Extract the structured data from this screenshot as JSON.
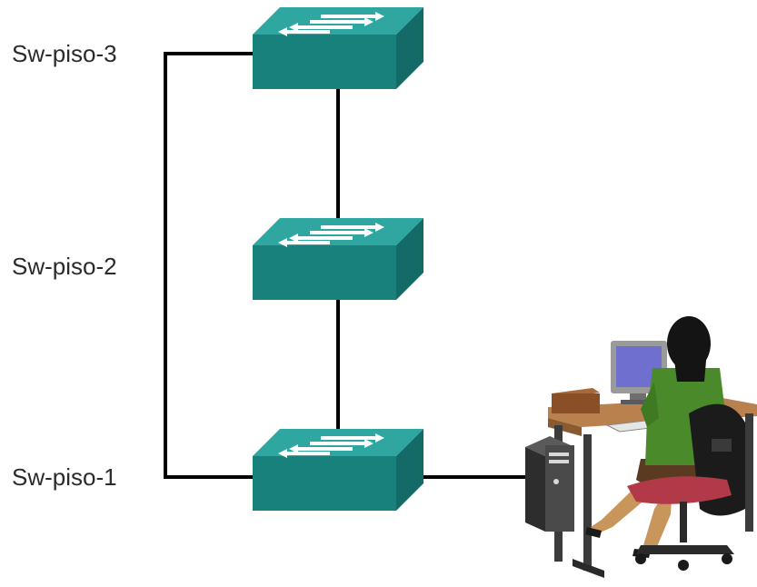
{
  "switches": [
    {
      "id": "sw3",
      "label": "Sw-piso-3",
      "icon": "switch-icon"
    },
    {
      "id": "sw2",
      "label": "Sw-piso-2",
      "icon": "switch-icon"
    },
    {
      "id": "sw1",
      "label": "Sw-piso-1",
      "icon": "switch-icon"
    }
  ],
  "links": [
    {
      "from": "sw3",
      "to": "sw2",
      "kind": "cable"
    },
    {
      "from": "sw2",
      "to": "sw1",
      "kind": "cable"
    },
    {
      "from": "sw3",
      "to": "sw1",
      "kind": "cable"
    },
    {
      "from": "sw1",
      "to": "workstation",
      "kind": "cable"
    }
  ],
  "workstation": {
    "icon": "user-at-desk-icon"
  },
  "colors": {
    "switch_top": "#2fa6a0",
    "switch_front": "#18817c",
    "switch_side": "#136a66",
    "cable": "#000000",
    "label": "#2b2b2b"
  }
}
